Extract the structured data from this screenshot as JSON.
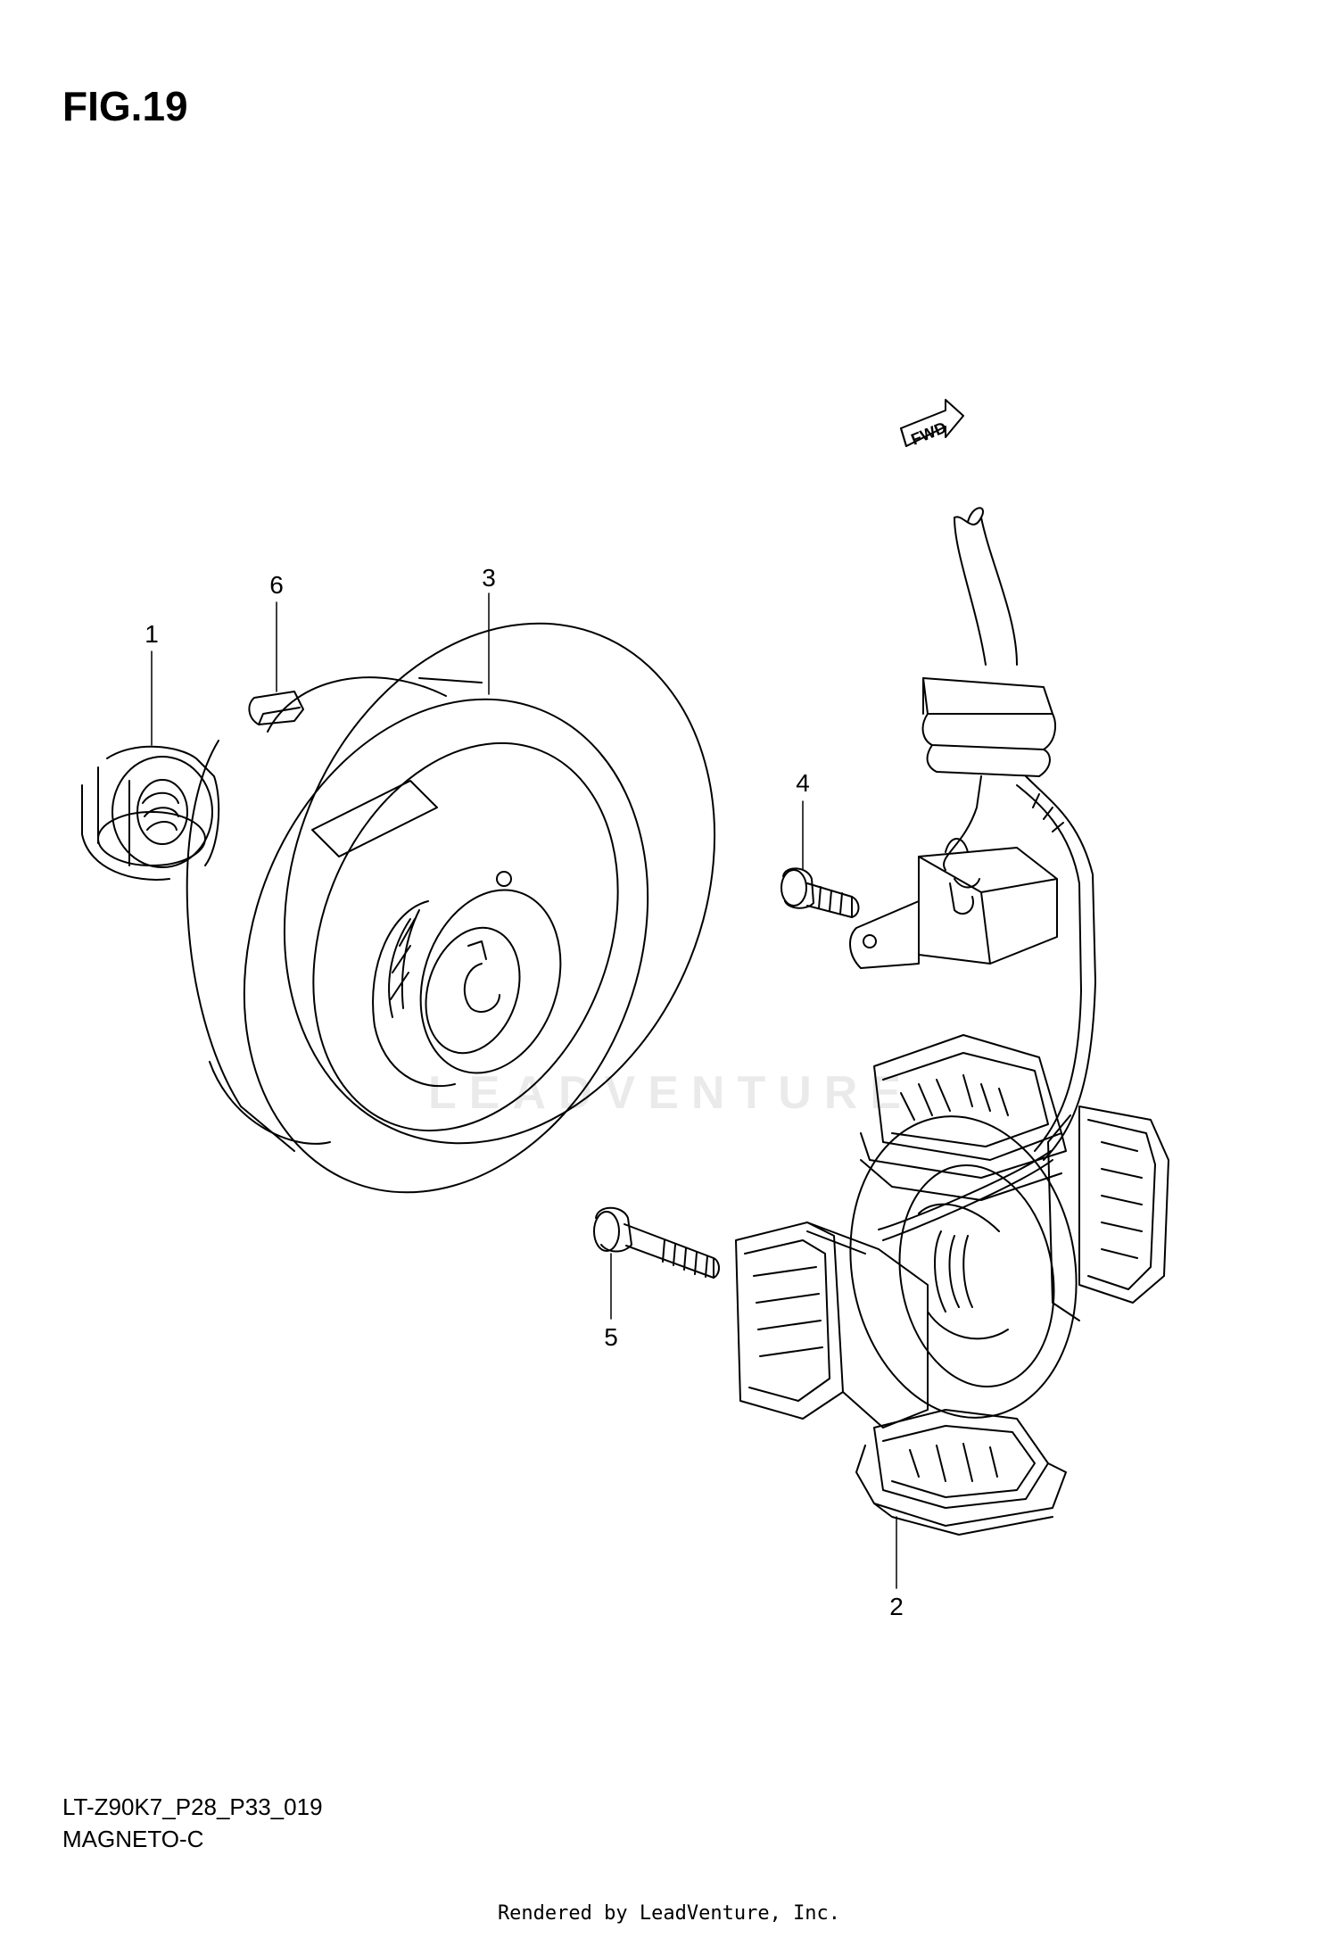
{
  "figure": {
    "title": "FIG.19",
    "code": "LT-Z90K7_P28_P33_019",
    "name": "MAGNETO-C",
    "credit": "Rendered by LeadVenture, Inc.",
    "watermark": "LEADVENTURE",
    "direction_badge": "FWD"
  },
  "callouts": [
    {
      "number": "1",
      "part": "nut"
    },
    {
      "number": "2",
      "part": "stator"
    },
    {
      "number": "3",
      "part": "rotor"
    },
    {
      "number": "4",
      "part": "screw"
    },
    {
      "number": "5",
      "part": "bolt"
    },
    {
      "number": "6",
      "part": "key"
    }
  ],
  "colors": {
    "ink": "#000000",
    "paper": "#ffffff"
  }
}
